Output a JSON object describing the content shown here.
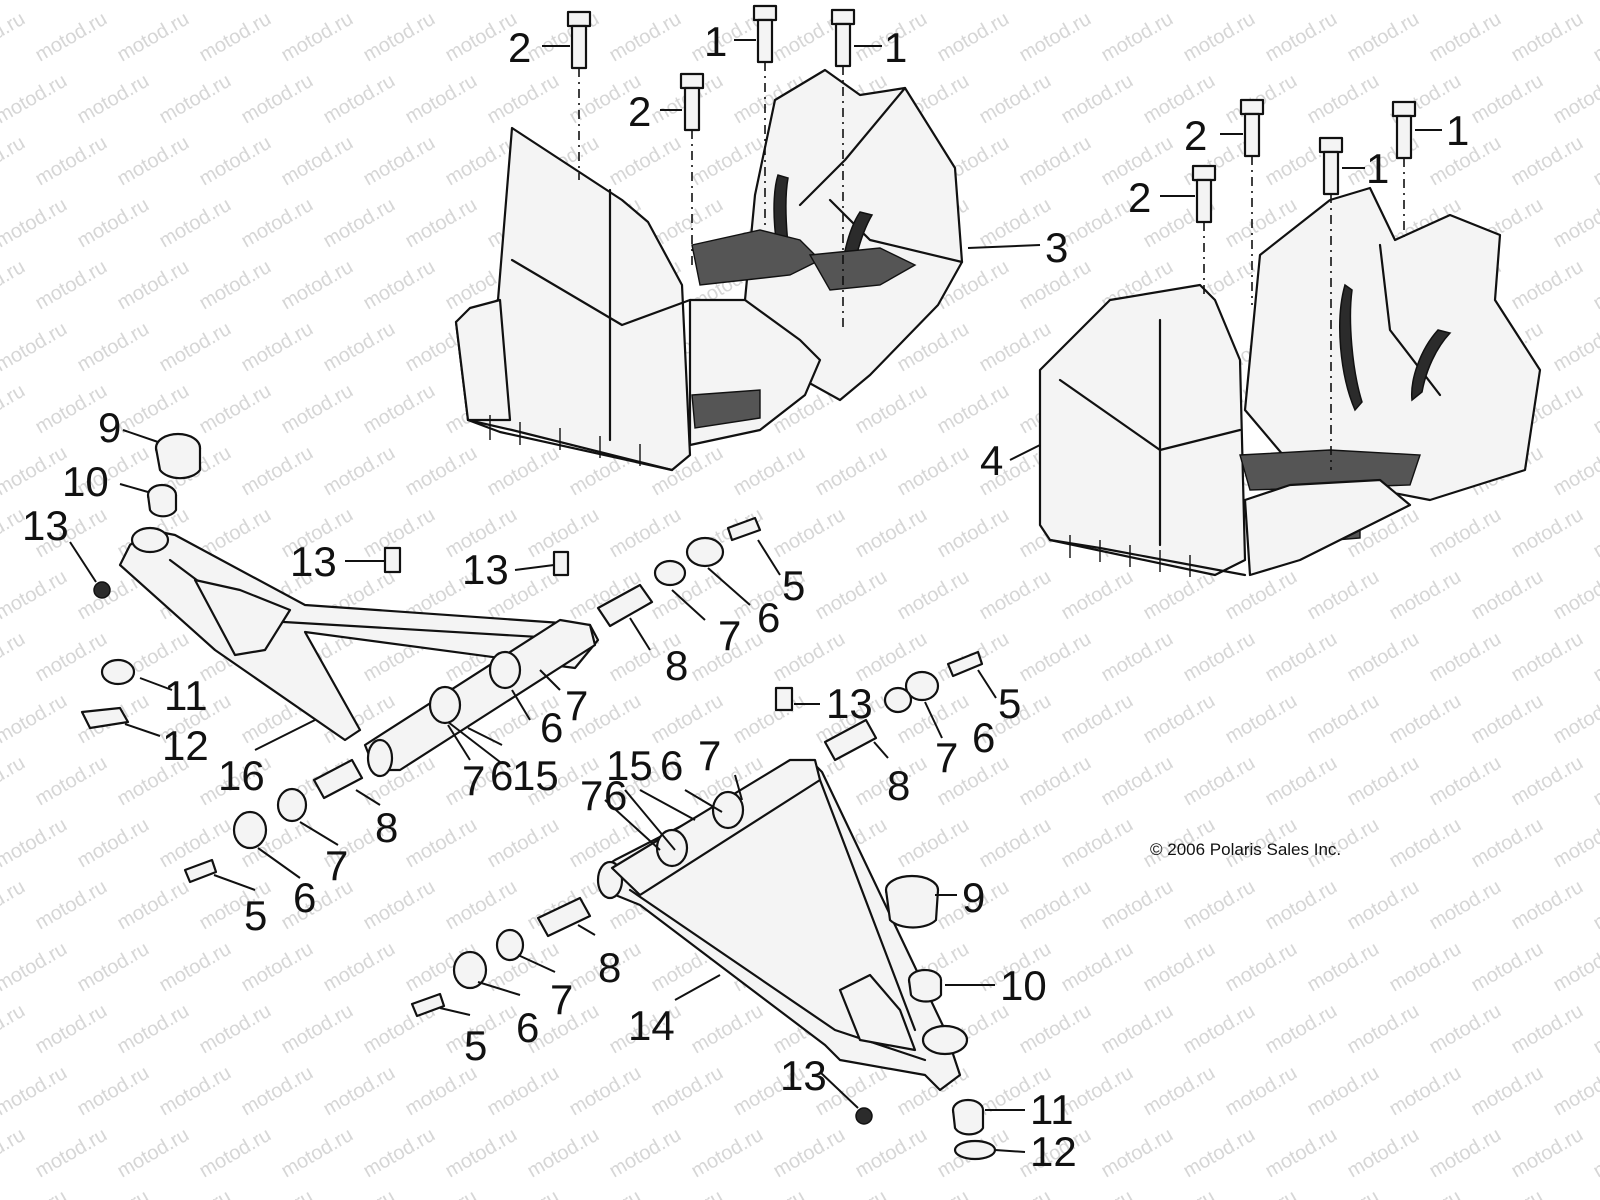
{
  "watermark": "motod.ru",
  "copyright": "© 2006 Polaris Sales Inc.",
  "callouts": {
    "c1a": "1",
    "c1b": "1",
    "c1c": "1",
    "c1d": "1",
    "c2a": "2",
    "c2b": "2",
    "c2c": "2",
    "c2d": "2",
    "c3": "3",
    "c4": "4",
    "c5a": "5",
    "c5b": "5",
    "c5c": "5",
    "c5d": "5",
    "c6a": "6",
    "c6b": "6",
    "c6c": "6",
    "c6d": "6",
    "c6e": "6",
    "c6f": "6",
    "c6g": "6",
    "c6h": "6",
    "c7a": "7",
    "c7b": "7",
    "c7c": "7",
    "c7d": "7",
    "c7e": "7",
    "c7f": "7",
    "c7g": "7",
    "c7h": "7",
    "c8a": "8",
    "c8b": "8",
    "c8c": "8",
    "c8d": "8",
    "c9a": "9",
    "c9b": "9",
    "c10a": "10",
    "c10b": "10",
    "c11a": "11",
    "c11b": "11",
    "c12a": "12",
    "c12b": "12",
    "c13a": "13",
    "c13b": "13",
    "c13c": "13",
    "c13d": "13",
    "c13e": "13",
    "c14": "14",
    "c15a": "15",
    "c15b": "15",
    "c16": "16"
  },
  "colors": {
    "line": "#111111",
    "watermark": "#d6d6d6",
    "background": "#ffffff"
  }
}
